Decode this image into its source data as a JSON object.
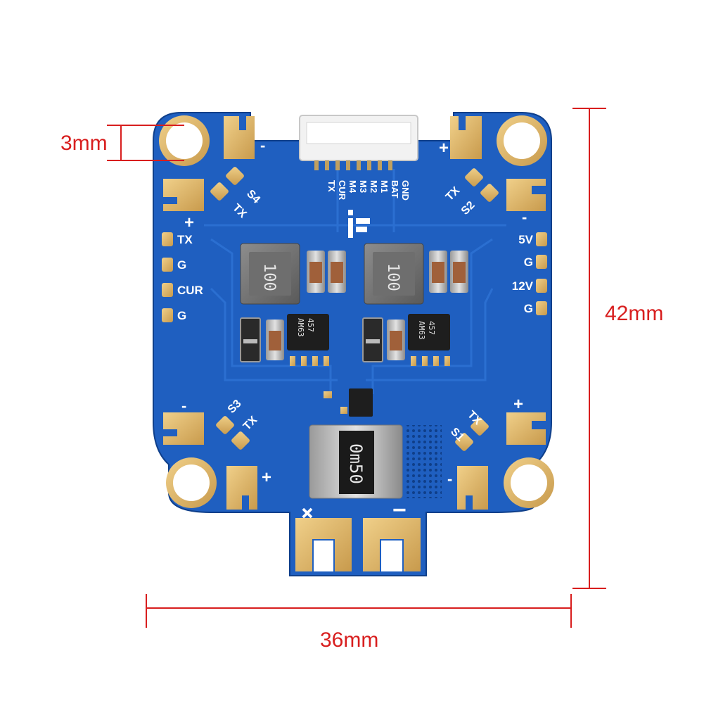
{
  "dimensions": {
    "hole_label": "3mm",
    "height_label": "42mm",
    "width_label": "36mm",
    "line_color": "#d81e1e"
  },
  "board": {
    "pcb_color": "#1f5fc0",
    "pad_color": "#d9b46a",
    "connector_pins": [
      "GND",
      "BAT",
      "M1",
      "M2",
      "M3",
      "M4",
      "CUR",
      "TX"
    ],
    "left_pads": [
      "TX",
      "G",
      "CUR",
      "G"
    ],
    "right_pads": [
      "5V",
      "G",
      "12V",
      "G"
    ],
    "corner_labels": {
      "top_left": {
        "signal": "S4",
        "tx": "TX",
        "minus": "-",
        "plus": "+"
      },
      "top_right": {
        "signal": "S2",
        "tx": "TX",
        "minus": "-",
        "plus": "+"
      },
      "bottom_left": {
        "signal": "S3",
        "tx": "TX",
        "minus": "-",
        "plus": "+"
      },
      "bottom_right": {
        "signal": "S1",
        "tx": "TX",
        "minus": "-",
        "plus": "+"
      }
    },
    "inductor_marking": "100",
    "regulator_marking_top": "AM63",
    "regulator_marking_bottom": "457",
    "shunt_marking": "0m50",
    "battery_plus": "+",
    "battery_minus": "−"
  }
}
